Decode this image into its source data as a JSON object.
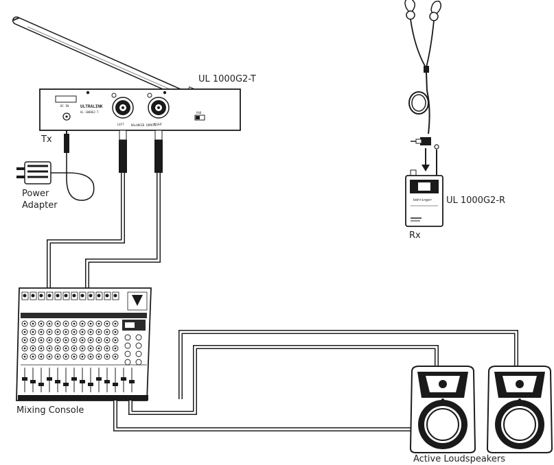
{
  "labels": {
    "transmitter_model": "UL 1000G2-T",
    "transmitter_short": "Tx",
    "power_adapter_line1": "Power",
    "power_adapter_line2": "Adapter",
    "receiver_model": "UL 1000G2-R",
    "receiver_short": "Rx",
    "mixing_console": "Mixing Console",
    "speakers": "Active Loudspeakers"
  },
  "device_text": {
    "tx_brand": "ULTRALINK",
    "tx_model_small": "UL 1000G2-T",
    "tx_left": "LEFT",
    "tx_inputs": "BALANCED INPUTS",
    "tx_right": "RIGHT",
    "tx_dc_in": "DC IN",
    "tx_pad": "PAD",
    "rx_brand": "behringer"
  },
  "colors": {
    "line": "#1a1a1a",
    "cable_fill": "#ffffff",
    "device_fill": "#ffffff",
    "dark": "#2b2b2b"
  }
}
